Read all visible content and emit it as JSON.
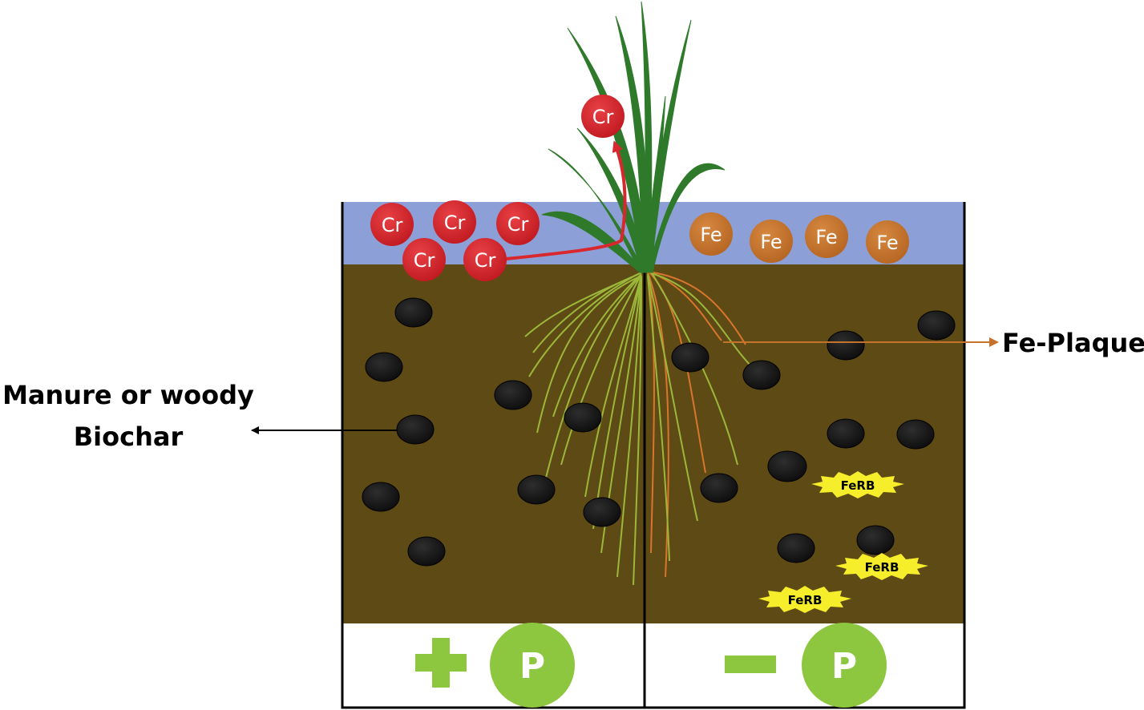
{
  "labels": {
    "biochar_line1": "Manure or woody",
    "biochar_line2": "Biochar",
    "fe_plaque": "Fe-Plaque"
  },
  "ions": {
    "chromium": "Cr",
    "iron": "Fe"
  },
  "bacteria": "FeRB",
  "phosphorus": "P",
  "colors": {
    "water": "#8d9fd7",
    "soil": "#5e4a15",
    "chromium": "#d8282d",
    "iron": "#c5722c",
    "leaf": "#2f7a2a",
    "root_plus": "#9bb83a",
    "root_minus": "#d9752c",
    "biochar": "#151515",
    "ferb": "#f6ee2a",
    "phosphorus": "#8dc63f"
  }
}
